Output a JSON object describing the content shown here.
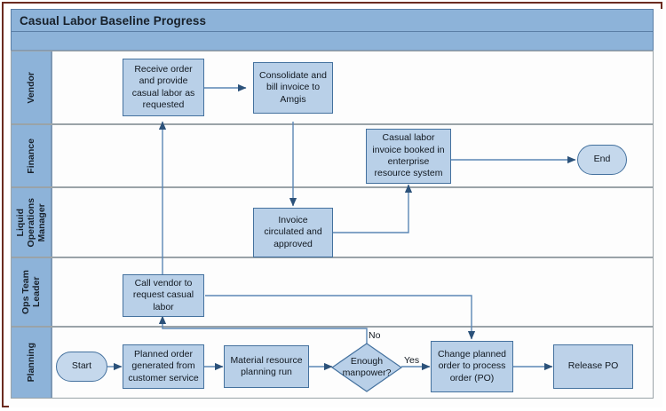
{
  "diagram": {
    "title": "Casual Labor Baseline Progress",
    "type": "swimlane-flowchart",
    "colors": {
      "frame_border": "#6b2b20",
      "lane_header_bg": "#8db3d9",
      "title_bar_bg": "#8db3d9",
      "node_fill": "#b9d0e8",
      "node_border": "#44719e",
      "connector": "#3f6f9f",
      "lane_divider": "#9aa3a8"
    }
  },
  "lanes": [
    {
      "id": "vendor",
      "label": "Vendor"
    },
    {
      "id": "finance",
      "label": "Finance"
    },
    {
      "id": "liquid_ops",
      "label": "Liquid\nOperations\nManager"
    },
    {
      "id": "ops_team",
      "label": "Ops Team\nLeader"
    },
    {
      "id": "planning",
      "label": "Planning"
    }
  ],
  "nodes": {
    "receive_order": "Receive order and provide casual labor as requested",
    "consolidate_bill": "Consolidate and bill invoice to Amgis",
    "invoice_booked": "Casual labor invoice booked in enterprise resource system",
    "end": "End",
    "invoice_circulated": "Invoice circulated and approved",
    "call_vendor": "Call vendor to request casual labor",
    "start": "Start",
    "planned_order": "Planned order generated from customer service",
    "mrp_run": "Material resource planning run",
    "enough_manpower": "Enough manpower?",
    "change_order": "Change planned order to process order (PO)",
    "release_po": "Release PO"
  },
  "edge_labels": {
    "no": "No",
    "yes": "Yes"
  }
}
